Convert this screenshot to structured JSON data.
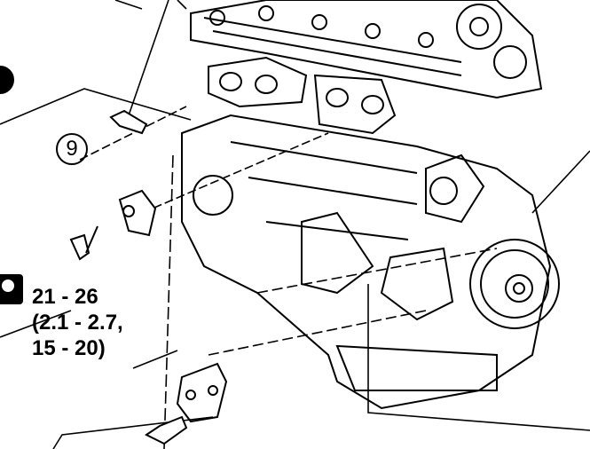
{
  "callout": {
    "number": "9"
  },
  "torque": {
    "icon": "torque-wrench-icon",
    "line1": "21 - 26",
    "line2": "(2.1 - 2.7,",
    "line3": "15 - 20)"
  }
}
